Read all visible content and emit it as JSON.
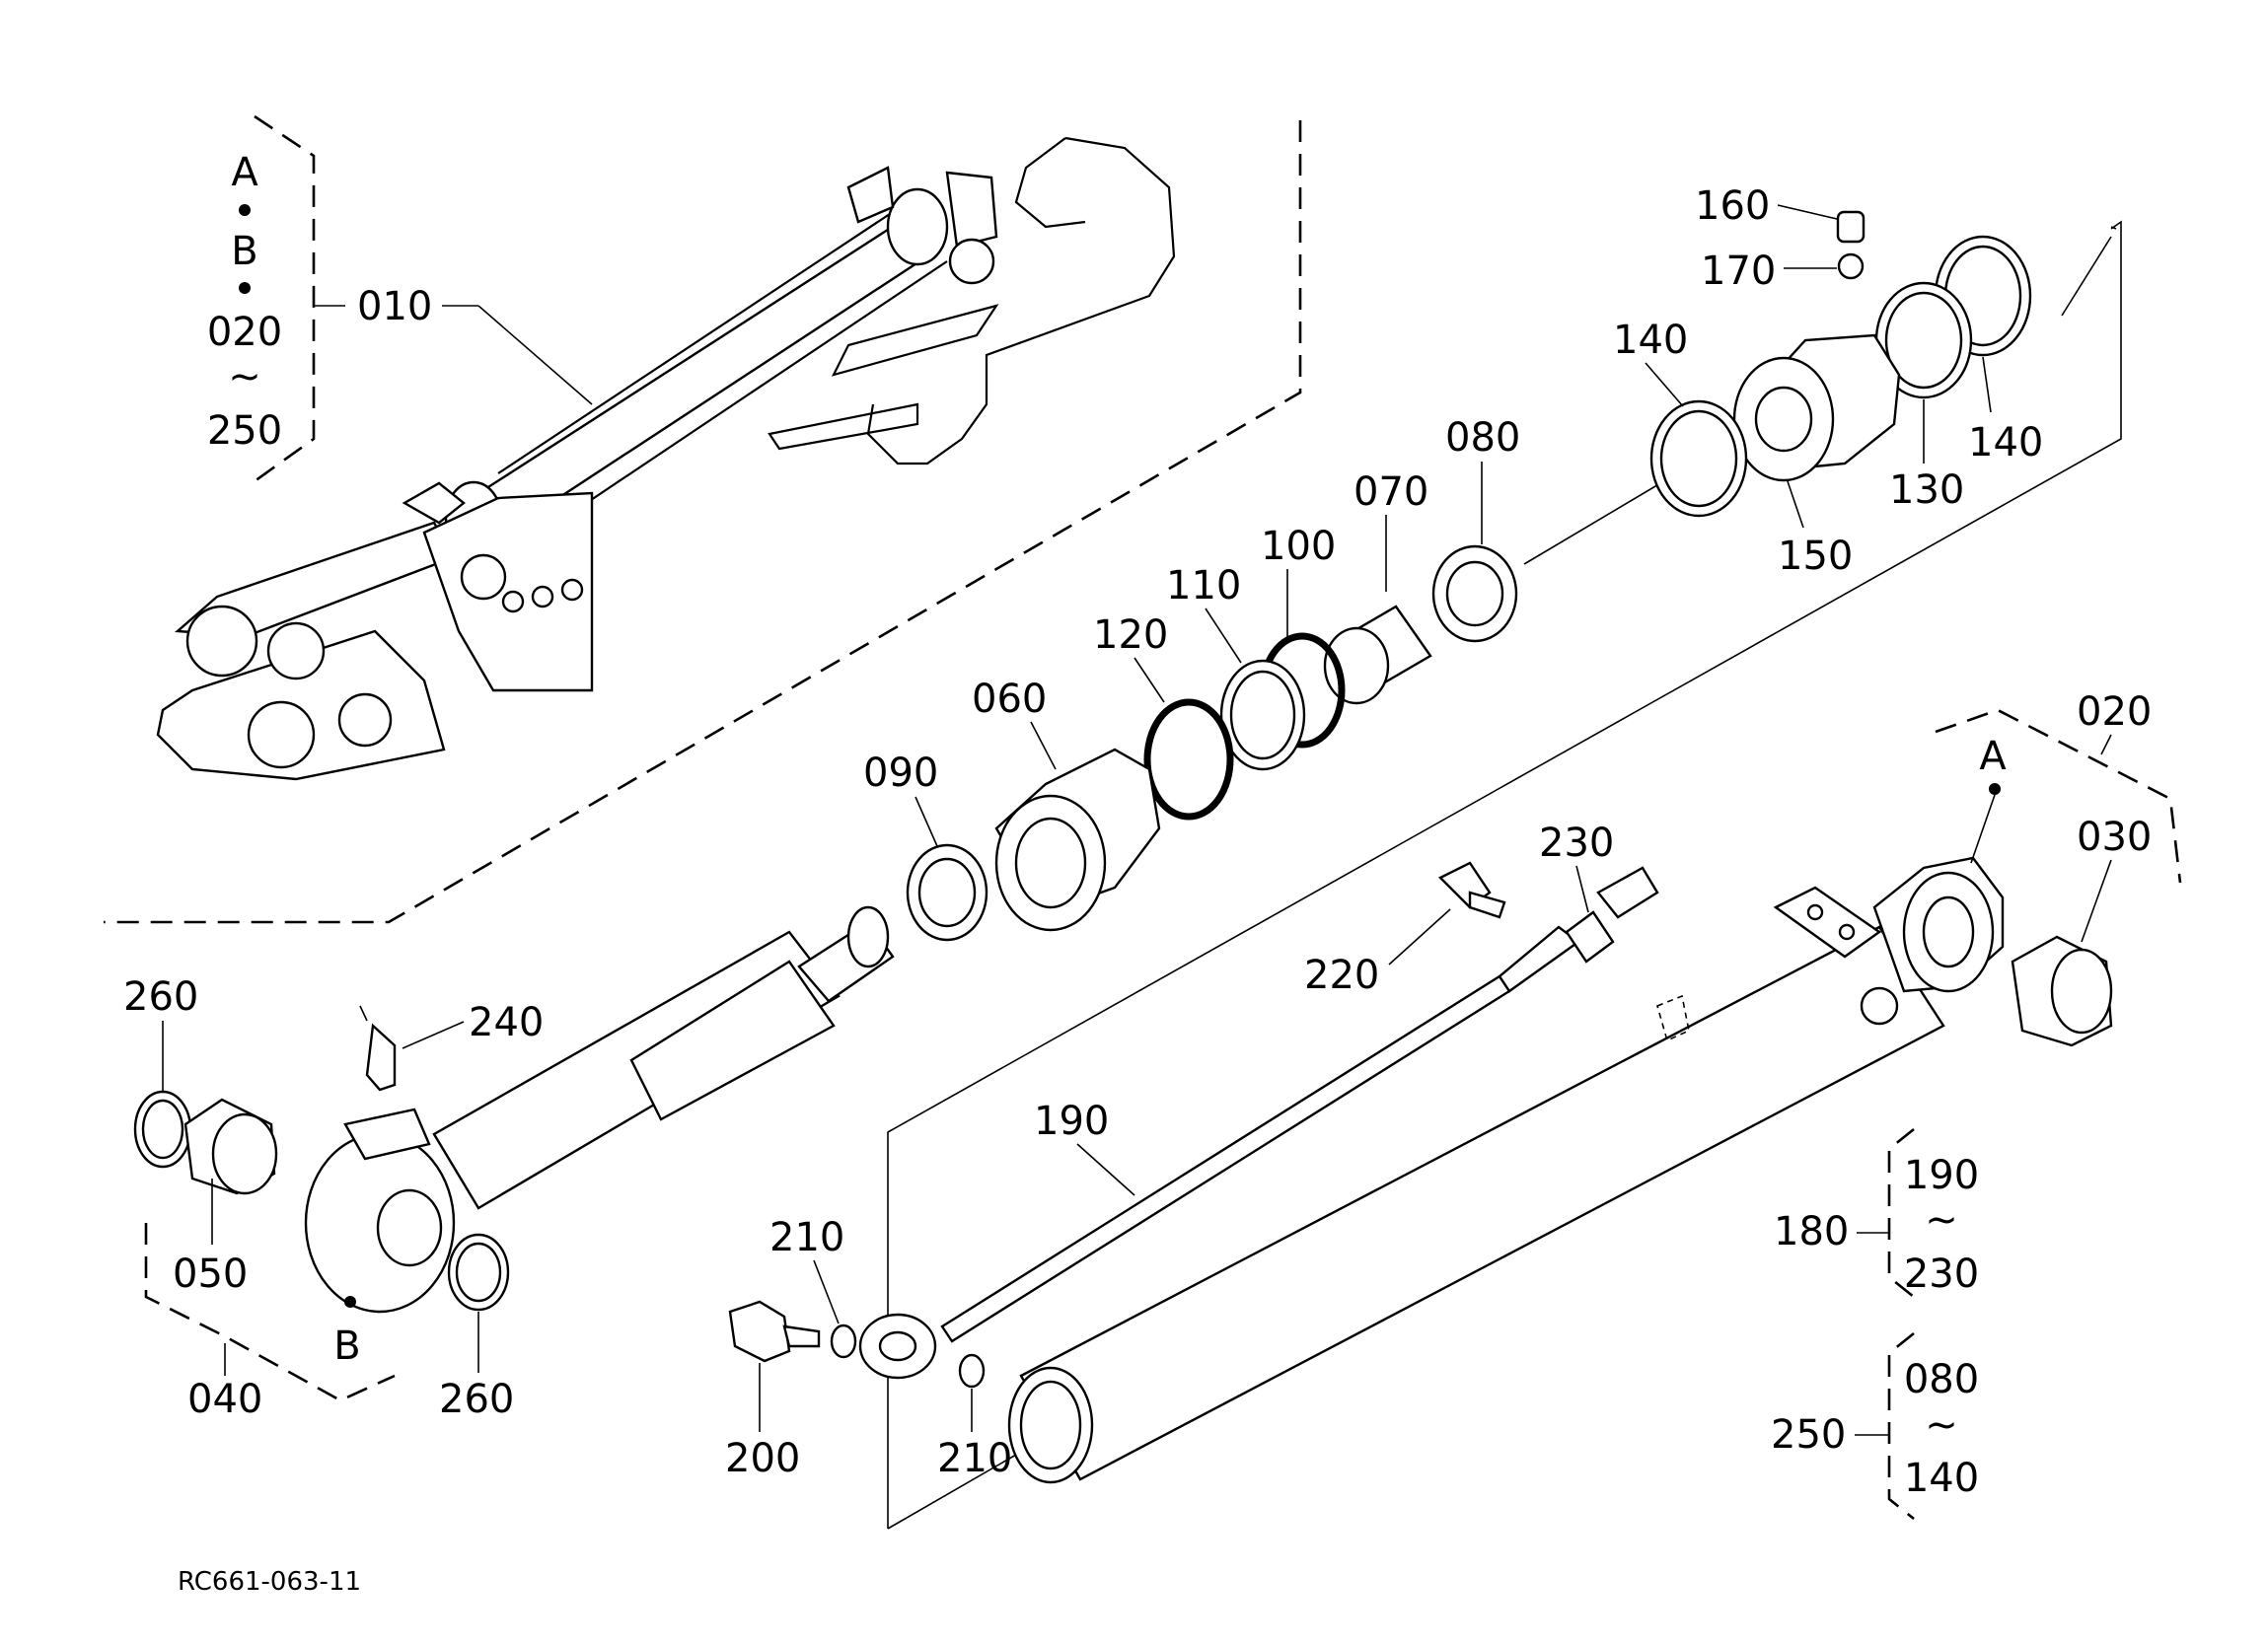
{
  "diagram": {
    "code": "RC661-063-11",
    "callouts": {
      "p010": "010",
      "p020": "020",
      "p030": "030",
      "p040": "040",
      "p050": "050",
      "p060": "060",
      "p070": "070",
      "p080": "080",
      "p090": "090",
      "p100": "100",
      "p110": "110",
      "p120": "120",
      "p130": "130",
      "p140a": "140",
      "p140b": "140",
      "p150": "150",
      "p160": "160",
      "p170": "170",
      "p180": "180",
      "p190": "190",
      "p200": "200",
      "p210a": "210",
      "p210b": "210",
      "p220": "220",
      "p230": "230",
      "p240": "240",
      "p250": "250",
      "p260a": "260",
      "p260b": "260"
    },
    "markers": {
      "a1": "A",
      "b1": "B",
      "a2": "A",
      "b2": "B"
    },
    "ranges": {
      "assy010": {
        "first": "020",
        "tilde": "~",
        "last": "250"
      },
      "assy180": {
        "first": "190",
        "tilde": "~",
        "last": "230"
      },
      "assy250": {
        "first": "080",
        "tilde": "~",
        "last": "140"
      }
    }
  }
}
